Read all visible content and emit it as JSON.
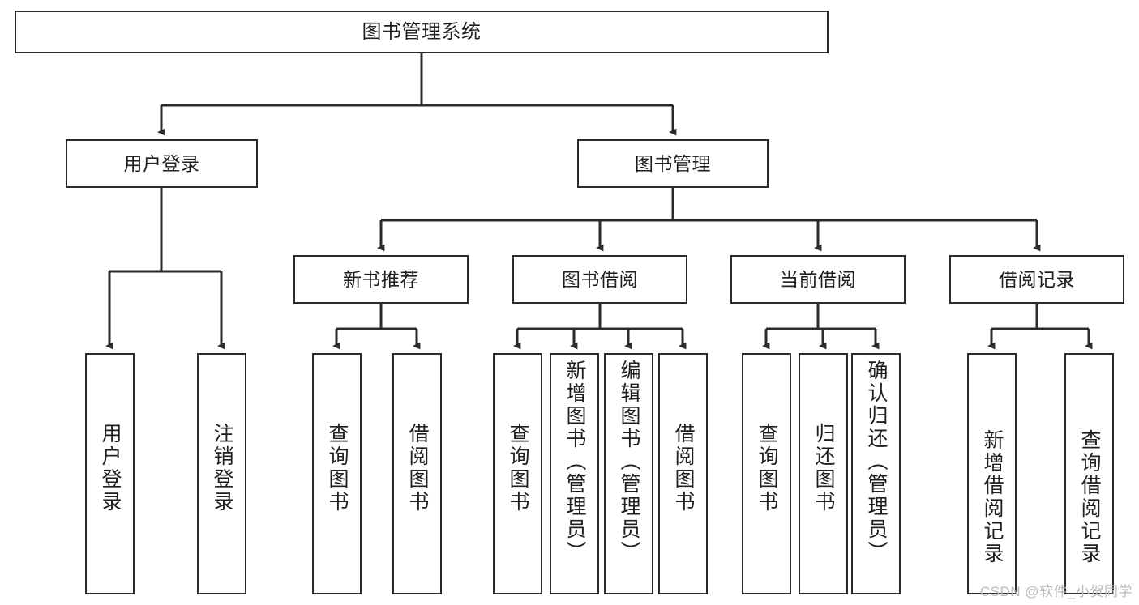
{
  "diagram": {
    "title": "图书管理系统",
    "type": "tree-hierarchy",
    "stroke_color": "#2b2b2b",
    "fill_color": "#ffffff",
    "text_color": "#1f1f1f"
  },
  "nodes": {
    "root": {
      "label": "图书管理系统"
    },
    "level2": [
      {
        "id": "user-login",
        "label": "用户登录"
      },
      {
        "id": "book-manage",
        "label": "图书管理"
      }
    ],
    "level3": [
      {
        "id": "new-book-recommend",
        "label": "新书推荐"
      },
      {
        "id": "book-borrow",
        "label": "图书借阅"
      },
      {
        "id": "current-borrow",
        "label": "当前借阅"
      },
      {
        "id": "borrow-record",
        "label": "借阅记录"
      }
    ],
    "leaves": {
      "user_login": [
        {
          "id": "leaf-user-login",
          "label": "用户登录"
        },
        {
          "id": "leaf-logout-login",
          "label": "注销登录"
        }
      ],
      "new_book_recommend": [
        {
          "id": "leaf-query-book-1",
          "label": "查询图书"
        },
        {
          "id": "leaf-borrow-book-1",
          "label": "借阅图书"
        }
      ],
      "book_borrow": [
        {
          "id": "leaf-query-book-2",
          "label": "查询图书"
        },
        {
          "id": "leaf-add-book",
          "label": "新增图书（管理员）"
        },
        {
          "id": "leaf-edit-book",
          "label": "编辑图书（管理员）"
        },
        {
          "id": "leaf-borrow-book-2",
          "label": "借阅图书"
        }
      ],
      "current_borrow": [
        {
          "id": "leaf-query-book-3",
          "label": "查询图书"
        },
        {
          "id": "leaf-return-book",
          "label": "归还图书"
        },
        {
          "id": "leaf-confirm-return",
          "label": "确认归还（管理员）"
        }
      ],
      "borrow_record": [
        {
          "id": "leaf-add-record",
          "label": "新增借阅记录"
        },
        {
          "id": "leaf-query-record",
          "label": "查询借阅记录"
        }
      ]
    }
  },
  "watermark": {
    "text": "CSDN @软件_小贺同学"
  }
}
